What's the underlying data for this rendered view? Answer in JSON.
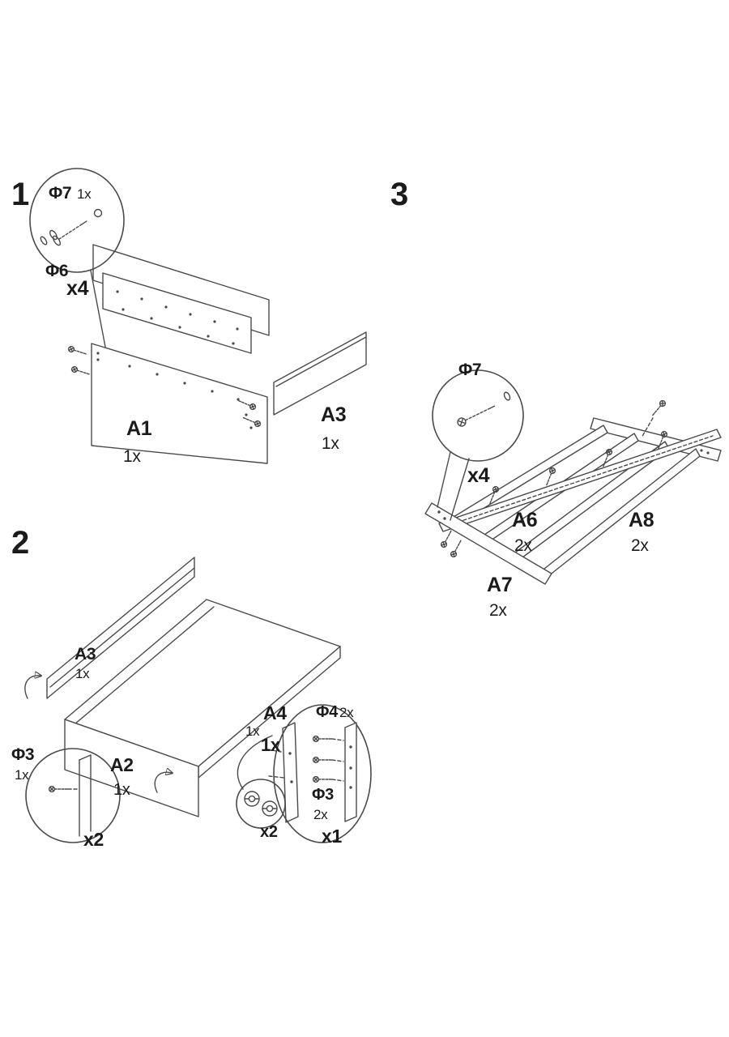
{
  "document": {
    "type": "furniture-assembly-instructions",
    "background_color": "#ffffff",
    "line_color": "#4a4a4a",
    "text_color": "#1b1b1b"
  },
  "step1": {
    "number": "1",
    "hardware": {
      "phi7_label": "Φ7",
      "phi7_qty": "1x",
      "phi6_label": "Φ6",
      "multiplier": "x4"
    },
    "parts": {
      "a1_label": "A1",
      "a1_qty": "1x",
      "a3_label": "A3",
      "a3_qty": "1x"
    }
  },
  "step2": {
    "number": "2",
    "parts": {
      "a3_label": "A3",
      "a3_qty": "1x",
      "a2_label": "A2",
      "a2_qty": "1x",
      "a4_label": "A4",
      "a4_qty": "1x",
      "a4_qty2": "1x"
    },
    "hardware_left": {
      "phi3_label": "Φ3",
      "phi3_qty": "1x",
      "multiplier": "x2"
    },
    "hardware_right": {
      "phi4_label": "Φ4",
      "phi4_qty": "2x",
      "phi3_label": "Φ3",
      "phi3_qty": "2x",
      "cam_multiplier": "x2",
      "multiplier": "x1"
    }
  },
  "step3": {
    "number": "3",
    "hardware": {
      "phi7_label": "Φ7",
      "multiplier": "x4"
    },
    "parts": {
      "a6_label": "A6",
      "a6_qty": "2x",
      "a8_label": "A8",
      "a8_qty": "2x",
      "a7_label": "A7",
      "a7_qty": "2x"
    }
  }
}
